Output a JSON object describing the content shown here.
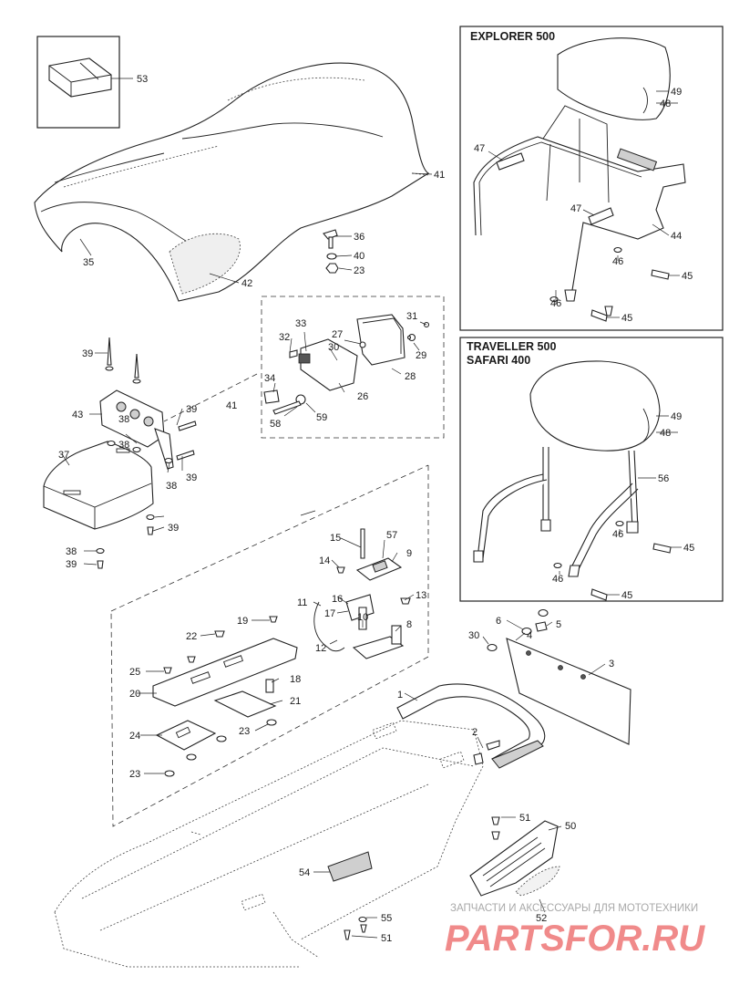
{
  "panels": {
    "explorer": "EXPLORER 500",
    "traveller_line1": "TRAVELLER 500",
    "traveller_line2": "SAFARI 400"
  },
  "callouts": [
    {
      "id": "c53",
      "text": "53"
    },
    {
      "id": "c41a",
      "text": "41"
    },
    {
      "id": "c35",
      "text": "35"
    },
    {
      "id": "c42",
      "text": "42"
    },
    {
      "id": "c36",
      "text": "36"
    },
    {
      "id": "c40",
      "text": "40"
    },
    {
      "id": "c23a",
      "text": "23"
    },
    {
      "id": "c31",
      "text": "31"
    },
    {
      "id": "c33",
      "text": "33"
    },
    {
      "id": "c27",
      "text": "27"
    },
    {
      "id": "c32",
      "text": "32"
    },
    {
      "id": "c30a",
      "text": "30"
    },
    {
      "id": "c29",
      "text": "29"
    },
    {
      "id": "c28",
      "text": "28"
    },
    {
      "id": "c34",
      "text": "34"
    },
    {
      "id": "c26",
      "text": "26"
    },
    {
      "id": "c41b",
      "text": "41"
    },
    {
      "id": "c58",
      "text": "58"
    },
    {
      "id": "c59",
      "text": "59"
    },
    {
      "id": "c39a",
      "text": "39"
    },
    {
      "id": "c43",
      "text": "43"
    },
    {
      "id": "c38a",
      "text": "38"
    },
    {
      "id": "c39b",
      "text": "39"
    },
    {
      "id": "c37",
      "text": "37"
    },
    {
      "id": "c38b",
      "text": "38"
    },
    {
      "id": "c39c",
      "text": "39"
    },
    {
      "id": "c38c",
      "text": "38"
    },
    {
      "id": "c39d",
      "text": "39"
    },
    {
      "id": "c38d",
      "text": "38"
    },
    {
      "id": "c39e",
      "text": "39"
    },
    {
      "id": "c15",
      "text": "15"
    },
    {
      "id": "c57",
      "text": "57"
    },
    {
      "id": "c9",
      "text": "9"
    },
    {
      "id": "c14",
      "text": "14"
    },
    {
      "id": "c16",
      "text": "16"
    },
    {
      "id": "c13",
      "text": "13"
    },
    {
      "id": "c11",
      "text": "11"
    },
    {
      "id": "c17",
      "text": "17"
    },
    {
      "id": "c10",
      "text": "10"
    },
    {
      "id": "c8",
      "text": "8"
    },
    {
      "id": "c12",
      "text": "12"
    },
    {
      "id": "c19",
      "text": "19"
    },
    {
      "id": "c22",
      "text": "22"
    },
    {
      "id": "c25",
      "text": "25"
    },
    {
      "id": "c18",
      "text": "18"
    },
    {
      "id": "c20",
      "text": "20"
    },
    {
      "id": "c21",
      "text": "21"
    },
    {
      "id": "c24",
      "text": "24"
    },
    {
      "id": "c23b",
      "text": "23"
    },
    {
      "id": "c23c",
      "text": "23"
    },
    {
      "id": "c6",
      "text": "6"
    },
    {
      "id": "c5",
      "text": "5"
    },
    {
      "id": "c30b",
      "text": "30"
    },
    {
      "id": "c4",
      "text": "4"
    },
    {
      "id": "c3",
      "text": "3"
    },
    {
      "id": "c1",
      "text": "1"
    },
    {
      "id": "c2",
      "text": "2"
    },
    {
      "id": "c51a",
      "text": "51"
    },
    {
      "id": "c50",
      "text": "50"
    },
    {
      "id": "c54",
      "text": "54"
    },
    {
      "id": "c52",
      "text": "52"
    },
    {
      "id": "c55",
      "text": "55"
    },
    {
      "id": "c51b",
      "text": "51"
    },
    {
      "id": "c49a",
      "text": "49"
    },
    {
      "id": "c48a",
      "text": "48"
    },
    {
      "id": "c47a",
      "text": "47"
    },
    {
      "id": "c47b",
      "text": "47"
    },
    {
      "id": "c44",
      "text": "44"
    },
    {
      "id": "c46a",
      "text": "46"
    },
    {
      "id": "c45a",
      "text": "45"
    },
    {
      "id": "c46b",
      "text": "46"
    },
    {
      "id": "c45b",
      "text": "45"
    },
    {
      "id": "c49b",
      "text": "49"
    },
    {
      "id": "c48b",
      "text": "48"
    },
    {
      "id": "c56",
      "text": "56"
    },
    {
      "id": "c46c",
      "text": "46"
    },
    {
      "id": "c45c",
      "text": "45"
    },
    {
      "id": "c46d",
      "text": "46"
    },
    {
      "id": "c45d",
      "text": "45"
    }
  ],
  "watermark": {
    "line1": "ЗАПЧАСТИ И АКСЕССУАРЫ ДЛЯ МОТОТЕХНИКИ",
    "line2": "PARTSFOR.RU"
  }
}
